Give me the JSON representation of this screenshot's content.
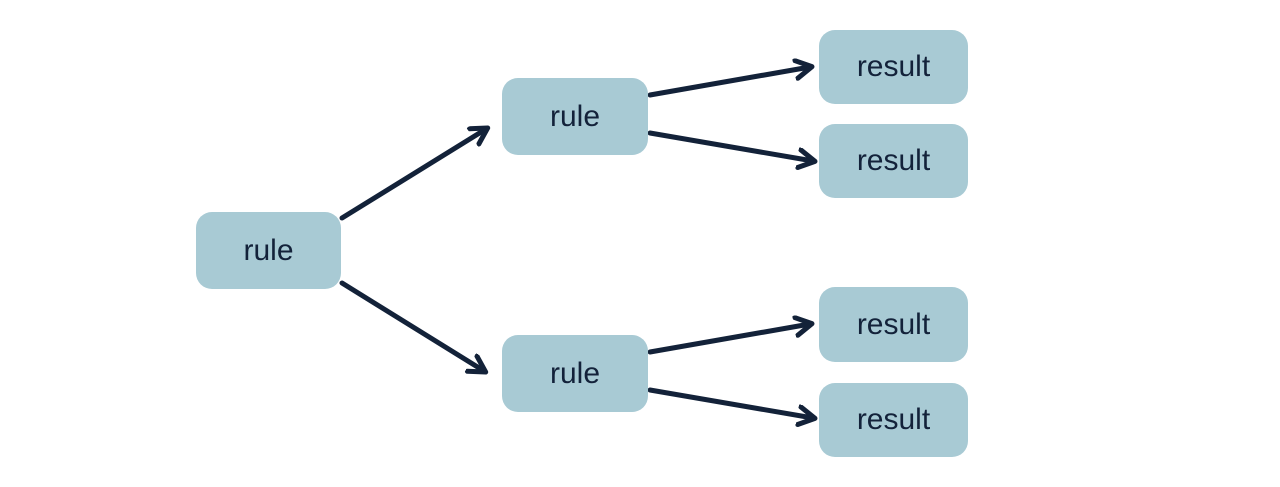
{
  "colors": {
    "background": "#ffffff",
    "node_fill": "#a8cad4",
    "text": "#13223a",
    "arrow": "#132239"
  },
  "nodes": [
    {
      "id": "root-rule",
      "label": "rule"
    },
    {
      "id": "rule-top",
      "label": "rule"
    },
    {
      "id": "rule-bottom",
      "label": "rule"
    },
    {
      "id": "result-top-1",
      "label": "result"
    },
    {
      "id": "result-top-2",
      "label": "result"
    },
    {
      "id": "result-bottom-1",
      "label": "result"
    },
    {
      "id": "result-bottom-2",
      "label": "result"
    }
  ],
  "edges": [
    {
      "from": "root-rule",
      "to": "rule-top"
    },
    {
      "from": "root-rule",
      "to": "rule-bottom"
    },
    {
      "from": "rule-top",
      "to": "result-top-1"
    },
    {
      "from": "rule-top",
      "to": "result-top-2"
    },
    {
      "from": "rule-bottom",
      "to": "result-bottom-1"
    },
    {
      "from": "rule-bottom",
      "to": "result-bottom-2"
    }
  ]
}
